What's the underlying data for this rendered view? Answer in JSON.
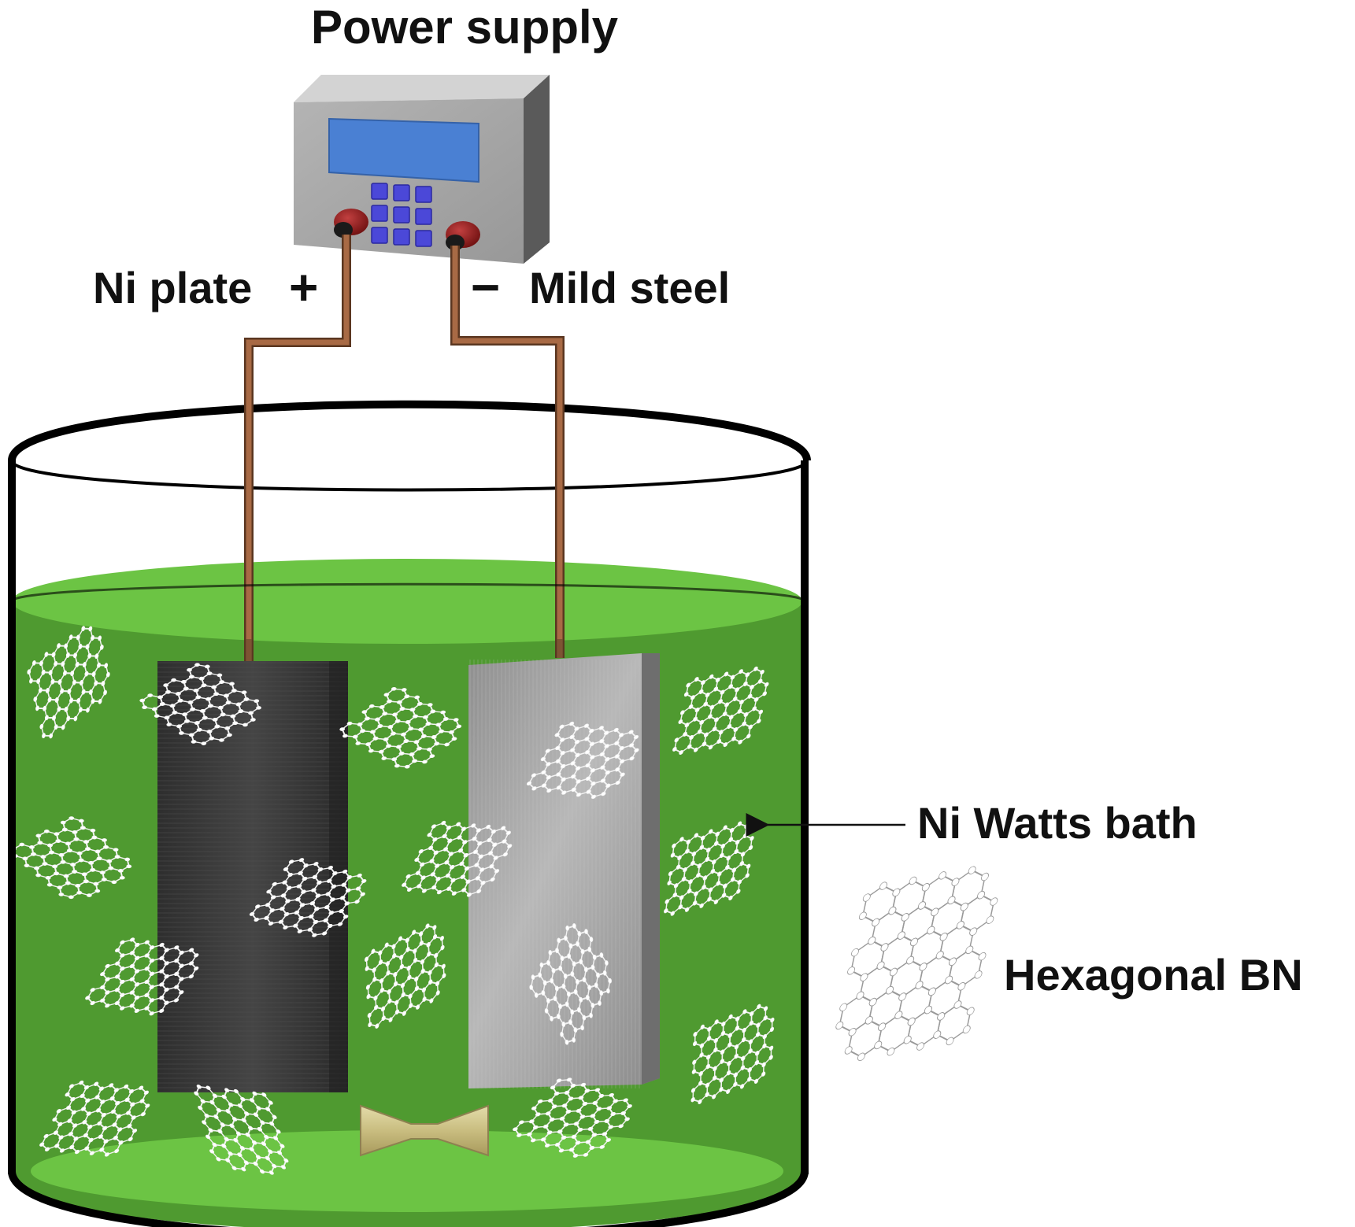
{
  "labels": {
    "power_supply": "Power supply",
    "anode": "Ni plate",
    "anode_sign": "+",
    "cathode_sign": "−",
    "cathode": "Mild steel",
    "bath": "Ni Watts bath",
    "particle": "Hexagonal BN"
  },
  "colors": {
    "bath_dark": "#4f9a30",
    "bath_light": "#6cc444",
    "wire": "#a86a45",
    "anode_plate": "#3b3b3b",
    "cathode_plate": "#a7a7a7",
    "device_body": "#a8a8a8",
    "display": "#4a80d3",
    "keypad": "#4b48d8",
    "terminal": "#8a1a1a",
    "stirrer": "#cfc48e"
  },
  "icons": {
    "device": "power-supply-icon",
    "stirrer": "magnetic-stirrer-icon",
    "flake": "hexagonal-bn-flake-icon",
    "arrow": "arrow-left-icon"
  }
}
